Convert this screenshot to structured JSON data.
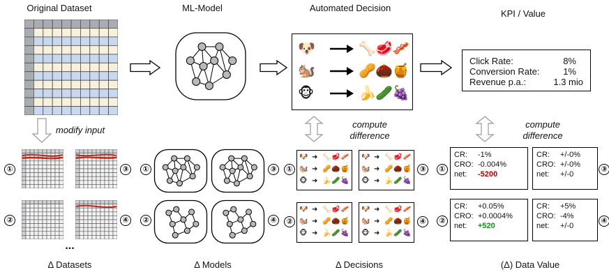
{
  "headers": {
    "original_dataset": "Original Dataset",
    "ml_model": "ML-Model",
    "automated_decision": "Automated Decision",
    "kpi_value": "KPI / Value"
  },
  "annotations": {
    "modify_input": "modify input",
    "compute_difference_1": "compute",
    "compute_difference_1b": "difference",
    "compute_difference_2": "compute",
    "compute_difference_2b": "difference",
    "ellipsis": "..."
  },
  "footers": {
    "datasets": "Δ Datasets",
    "models": "Δ Models",
    "decisions": "Δ Decisions",
    "data_value": "(Δ) Data Value"
  },
  "kpi_box": {
    "click_rate_label": "Click Rate:",
    "click_rate_value": "8%",
    "conversion_rate_label": "Conversion Rate:",
    "conversion_rate_value": "1%",
    "revenue_label": "Revenue p.a.:",
    "revenue_value": "1.3 mio"
  },
  "variant_numbers": [
    "①",
    "②",
    "③",
    "④"
  ],
  "deltas": [
    {
      "cr_label": "CR:",
      "cr": "-1%",
      "cro_label": "CRO:",
      "cro": "-0.004%",
      "net_label": "net:",
      "net": "-5200"
    },
    {
      "cr_label": "CR:",
      "cr": "+/-0%",
      "cro_label": "CRO:",
      "cro": "+/-0%",
      "net_label": "net:",
      "net": "+/-0"
    },
    {
      "cr_label": "CR:",
      "cr": "+0.05%",
      "cro_label": "CRO:",
      "cro": "+0.0004%",
      "net_label": "net:",
      "net": "+520"
    },
    {
      "cr_label": "CR:",
      "cr": "+5%",
      "cro_label": "CRO:",
      "cro": "-4%",
      "net_label": "net:",
      "net": "+/-0"
    }
  ],
  "decision_emojis": {
    "users": [
      "🐶",
      "🐿️",
      "🐵"
    ],
    "row1": [
      "🦴",
      "🥩",
      "🥓"
    ],
    "row2": [
      "🥜",
      "🌰",
      "🍯"
    ],
    "row3": [
      "🍌",
      "🥒",
      "🍇"
    ]
  },
  "colors": {
    "grid_header": "#a9acb3",
    "grid_blue": "#c9d8ef",
    "grid_cream": "#f6f0dc",
    "negative": "#b00000",
    "positive": "#1a8a1a",
    "highlight_red": "#c0231a"
  }
}
